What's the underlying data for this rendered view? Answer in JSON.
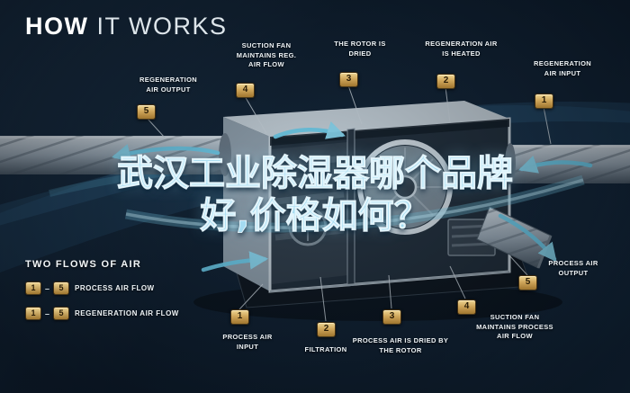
{
  "colors": {
    "background": "#0d1b2a",
    "accent_cyan": "#6fd2ef",
    "badge_gold": "#cfa65b",
    "text_light": "#ffffff"
  },
  "header": {
    "title_bold": "HOW",
    "title_light": "IT WORKS"
  },
  "watermark": {
    "line1": "武汉工业除湿器哪个品牌",
    "line2": "好,价格如何？"
  },
  "regeneration_callouts": [
    {
      "num": "5",
      "label": "REGENERATION AIR OUTPUT"
    },
    {
      "num": "4",
      "label": "SUCTION FAN MAINTAINS REG. AIR FLOW"
    },
    {
      "num": "3",
      "label": "THE ROTOR IS DRIED"
    },
    {
      "num": "2",
      "label": "REGENERATION AIR IS HEATED"
    },
    {
      "num": "1",
      "label": "REGENERATION AIR INPUT"
    }
  ],
  "process_callouts": [
    {
      "num": "1",
      "label": "PROCESS AIR INPUT"
    },
    {
      "num": "2",
      "label": "FILTRATION"
    },
    {
      "num": "3",
      "label": "PROCESS AIR IS DRIED BY THE ROTOR"
    },
    {
      "num": "4",
      "label": "SUCTION FAN MAINTAINS PROCESS AIR FLOW"
    },
    {
      "num": "5",
      "label": "PROCESS AIR OUTPUT"
    }
  ],
  "legend": {
    "title": "TWO FLOWS OF AIR",
    "separator": "–",
    "rows": [
      {
        "from": "1",
        "to": "5",
        "label": "PROCESS AIR FLOW"
      },
      {
        "from": "1",
        "to": "5",
        "label": "REGENERATION AIR FLOW"
      }
    ]
  }
}
